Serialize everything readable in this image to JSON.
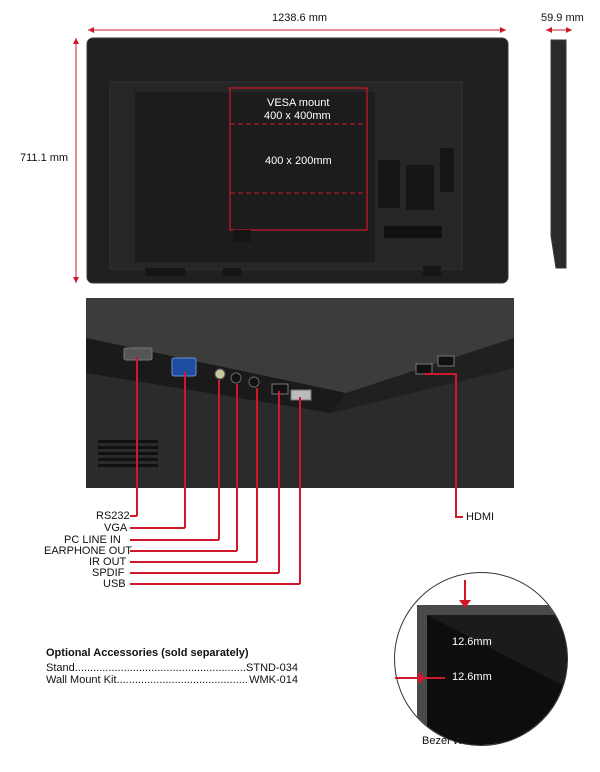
{
  "dimensions": {
    "width": "1238.6 mm",
    "height": "711.1 mm",
    "depth": "59.9 mm"
  },
  "vesa": {
    "title": "VESA mount",
    "size1": "400 x 400mm",
    "size2": "400 x 200mm"
  },
  "ports": [
    {
      "label": "RS232"
    },
    {
      "label": "VGA"
    },
    {
      "label": "PC LINE IN"
    },
    {
      "label": "EARPHONE OUT"
    },
    {
      "label": "IR OUT"
    },
    {
      "label": "SPDIF"
    },
    {
      "label": "USB"
    }
  ],
  "hdmi_label": "HDMI",
  "accessories": {
    "title": "Optional Accessories (sold separately)",
    "items": [
      {
        "name": "Stand",
        "model": "STND-034"
      },
      {
        "name": "Wall Mount Kit",
        "model": "WMK-014"
      }
    ]
  },
  "bezel": {
    "top": "12.6mm",
    "side": "12.6mm",
    "caption": "Bezel Width"
  },
  "colors": {
    "accent": "#d0182a",
    "panel": "#1e1e1e"
  }
}
